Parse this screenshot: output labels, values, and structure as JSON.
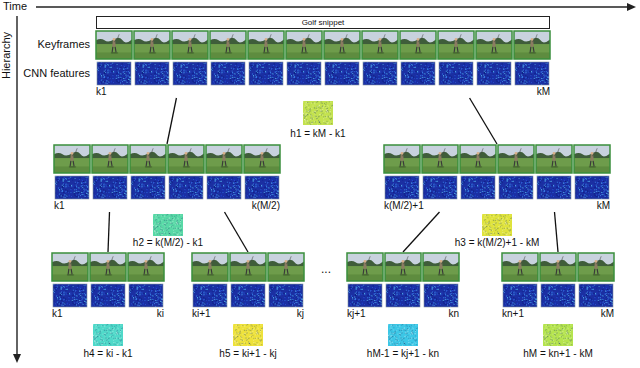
{
  "diagram": {
    "nodes": [
      {
        "text": [
          "Golf snippet",
          "k1",
          "kM"
        ]
      },
      {
        "text": [
          "k1",
          "k(M/2)"
        ]
      },
      {
        "text": [
          "k(M/2)+1",
          "kM"
        ]
      },
      {
        "text": [
          "k1",
          "ki"
        ]
      },
      {
        "text": [
          "ki+1",
          "kj"
        ]
      },
      {
        "text": [
          "kj+1",
          "kn"
        ]
      },
      {
        "text": [
          "kn+1",
          "kM"
        ]
      }
    ],
    "edges": [
      {
        "from": 0,
        "to": 1,
        "arrow": "none"
      },
      {
        "from": 0,
        "to": 2,
        "arrow": "none"
      },
      {
        "from": 1,
        "to": 3,
        "arrow": "none"
      },
      {
        "from": 1,
        "to": 4,
        "arrow": "none"
      },
      {
        "from": 2,
        "to": 5,
        "arrow": "none"
      },
      {
        "from": 2,
        "to": 6,
        "arrow": "none"
      }
    ],
    "labels": [
      "Time",
      "Hierarchy",
      "Keyframes",
      "CNN features",
      "h1 = kM - k1",
      "h2 = k(M/2) - k1",
      "h3 = k(M/2)+1 - kM",
      "h4 = ki - k1",
      "h5 = ki+1 - kj",
      "...",
      "hM-1 = kj+1 - kn",
      "hM = kn+1 - kM"
    ]
  }
}
